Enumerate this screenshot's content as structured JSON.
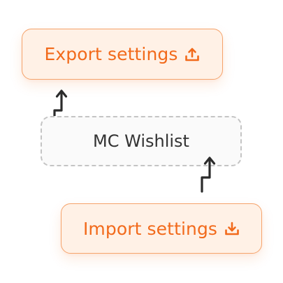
{
  "export_button": {
    "label": "Export settings",
    "icon": "upload-tray-icon"
  },
  "wishlist_card": {
    "label": "MC Wishlist"
  },
  "import_button": {
    "label": "Import settings",
    "icon": "download-tray-icon"
  },
  "colors": {
    "accent": "#f26a1b",
    "accent_border": "#f5a36b",
    "button_bg": "#fff1e6",
    "dashed_border": "#c4c4c4",
    "text_dark": "#333333",
    "arrow": "#2b2b2b"
  }
}
